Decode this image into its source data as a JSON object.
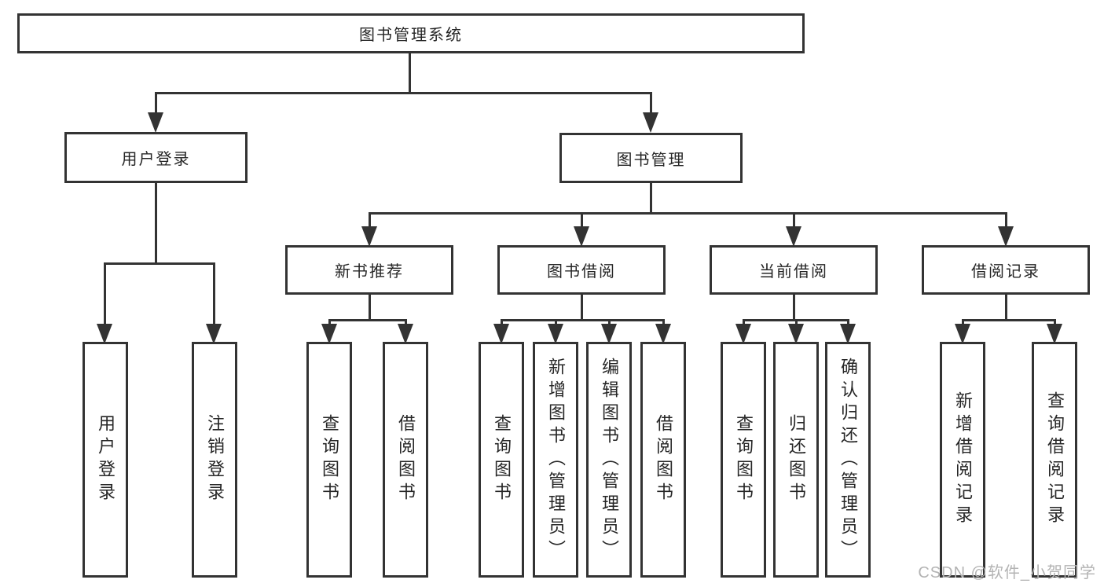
{
  "colors": {
    "line": "#333333",
    "text": "#262626",
    "watermark": "#b3b3b3",
    "background": "#ffffff"
  },
  "watermark": {
    "text": "CSDN @软件_小贺同学"
  },
  "nodes": {
    "root": "图书管理系统",
    "user_login": "用户登录",
    "book_mgmt": "图书管理",
    "new_book_rec": "新书推荐",
    "book_borrow": "图书借阅",
    "current_borrow": "当前借阅",
    "borrow_records": "借阅记录",
    "leaf_user_login": "用户登录",
    "leaf_logout": "注销登录",
    "leaf_query_book_1": "查询图书",
    "leaf_borrow_book_1": "借阅图书",
    "leaf_query_book_2": "查询图书",
    "leaf_add_book": "新增图书（管理员）",
    "leaf_edit_book": "编辑图书（管理员）",
    "leaf_borrow_book_2": "借阅图书",
    "leaf_query_book_3": "查询图书",
    "leaf_return_book": "归还图书",
    "leaf_confirm_return": "确认归还（管理员）",
    "leaf_add_record": "新增借阅记录",
    "leaf_query_record": "查询借阅记录"
  }
}
